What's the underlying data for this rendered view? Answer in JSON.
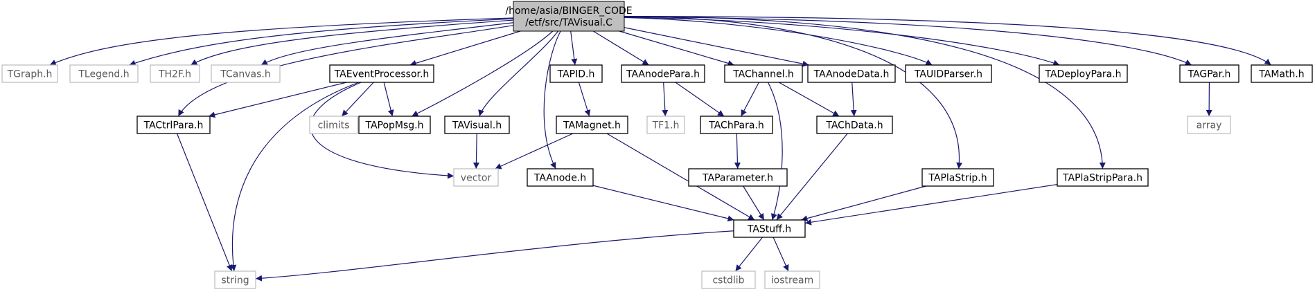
{
  "colors": {
    "edge": "#191970",
    "main_fill": "#bfbfbf",
    "local_border": "#000000",
    "system_border": "#bfbfbf"
  },
  "graph": {
    "main": {
      "id": "root",
      "lines": [
        "/home/asia/BINGER_CODE",
        "/etf/src/TAVisual.C"
      ]
    },
    "nodes": [
      {
        "id": "TGraph",
        "label": "TGraph.h",
        "kind": "system"
      },
      {
        "id": "TLegend",
        "label": "TLegend.h",
        "kind": "system"
      },
      {
        "id": "TH2F",
        "label": "TH2F.h",
        "kind": "system"
      },
      {
        "id": "TCanvas",
        "label": "TCanvas.h",
        "kind": "system"
      },
      {
        "id": "TAEventProcessor",
        "label": "TAEventProcessor.h",
        "kind": "local"
      },
      {
        "id": "TAPID",
        "label": "TAPID.h",
        "kind": "local"
      },
      {
        "id": "TAAnodePara",
        "label": "TAAnodePara.h",
        "kind": "local"
      },
      {
        "id": "TAChannel",
        "label": "TAChannel.h",
        "kind": "local"
      },
      {
        "id": "TAAnodeData",
        "label": "TAAnodeData.h",
        "kind": "local"
      },
      {
        "id": "TAUIDParser",
        "label": "TAUIDParser.h",
        "kind": "local"
      },
      {
        "id": "TADeployPara",
        "label": "TADeployPara.h",
        "kind": "local"
      },
      {
        "id": "TAGPar",
        "label": "TAGPar.h",
        "kind": "local"
      },
      {
        "id": "TAMath",
        "label": "TAMath.h",
        "kind": "local"
      },
      {
        "id": "TACtrlPara",
        "label": "TACtrlPara.h",
        "kind": "local"
      },
      {
        "id": "climits",
        "label": "climits",
        "kind": "system"
      },
      {
        "id": "TAPopMsg",
        "label": "TAPopMsg.h",
        "kind": "local"
      },
      {
        "id": "TAVisual",
        "label": "TAVisual.h",
        "kind": "local"
      },
      {
        "id": "TAMagnet",
        "label": "TAMagnet.h",
        "kind": "local"
      },
      {
        "id": "TF1",
        "label": "TF1.h",
        "kind": "system"
      },
      {
        "id": "TAChPara",
        "label": "TAChPara.h",
        "kind": "local"
      },
      {
        "id": "TAChData",
        "label": "TAChData.h",
        "kind": "local"
      },
      {
        "id": "array",
        "label": "array",
        "kind": "system"
      },
      {
        "id": "vector",
        "label": "vector",
        "kind": "system"
      },
      {
        "id": "TAAnode",
        "label": "TAAnode.h",
        "kind": "local"
      },
      {
        "id": "TAParameter",
        "label": "TAParameter.h",
        "kind": "local"
      },
      {
        "id": "TAPlaStrip",
        "label": "TAPlaStrip.h",
        "kind": "local"
      },
      {
        "id": "TAPlaStripPara",
        "label": "TAPlaStripPara.h",
        "kind": "local"
      },
      {
        "id": "TAStuff",
        "label": "TAStuff.h",
        "kind": "local"
      },
      {
        "id": "string",
        "label": "string",
        "kind": "system"
      },
      {
        "id": "cstdlib",
        "label": "cstdlib",
        "kind": "system"
      },
      {
        "id": "iostream",
        "label": "iostream",
        "kind": "system"
      }
    ],
    "edges": [
      [
        "root",
        "TGraph"
      ],
      [
        "root",
        "TLegend"
      ],
      [
        "root",
        "TH2F"
      ],
      [
        "root",
        "TCanvas"
      ],
      [
        "root",
        "TAEventProcessor"
      ],
      [
        "root",
        "TACtrlPara"
      ],
      [
        "root",
        "TAPopMsg"
      ],
      [
        "root",
        "TAVisual"
      ],
      [
        "root",
        "TAAnode"
      ],
      [
        "root",
        "TAPID"
      ],
      [
        "root",
        "TAAnodePara"
      ],
      [
        "root",
        "TAChannel"
      ],
      [
        "root",
        "TAAnodeData"
      ],
      [
        "root",
        "TAUIDParser"
      ],
      [
        "root",
        "TADeployPara"
      ],
      [
        "root",
        "TAPlaStrip"
      ],
      [
        "root",
        "TAPlaStripPara"
      ],
      [
        "root",
        "TAGPar"
      ],
      [
        "root",
        "TAMath"
      ],
      [
        "TAEventProcessor",
        "TACtrlPara"
      ],
      [
        "TAEventProcessor",
        "climits"
      ],
      [
        "TAEventProcessor",
        "TAPopMsg"
      ],
      [
        "TAEventProcessor",
        "vector"
      ],
      [
        "TAEventProcessor",
        "string"
      ],
      [
        "TACtrlPara",
        "string"
      ],
      [
        "TAVisual",
        "vector"
      ],
      [
        "TAPID",
        "TAMagnet"
      ],
      [
        "TAMagnet",
        "vector"
      ],
      [
        "TAMagnet",
        "TAStuff"
      ],
      [
        "TAAnodePara",
        "TF1"
      ],
      [
        "TAAnodePara",
        "TAChPara"
      ],
      [
        "TAChannel",
        "TAChPara"
      ],
      [
        "TAChannel",
        "TAChData"
      ],
      [
        "TAChannel",
        "TAStuff"
      ],
      [
        "TAAnodeData",
        "TAChData"
      ],
      [
        "TAChPara",
        "TAParameter"
      ],
      [
        "TAParameter",
        "TAStuff"
      ],
      [
        "TAChData",
        "TAStuff"
      ],
      [
        "TAAnode",
        "TAStuff"
      ],
      [
        "TAPlaStrip",
        "TAStuff"
      ],
      [
        "TAPlaStripPara",
        "TAStuff"
      ],
      [
        "TAGPar",
        "array"
      ],
      [
        "TAStuff",
        "string"
      ],
      [
        "TAStuff",
        "cstdlib"
      ],
      [
        "TAStuff",
        "iostream"
      ]
    ]
  }
}
